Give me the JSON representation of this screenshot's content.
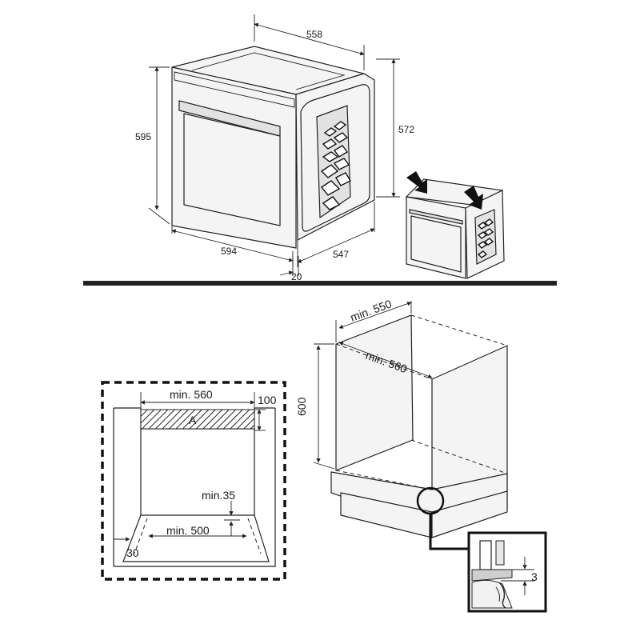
{
  "oven_dimensions": {
    "depth_top": "558",
    "height_front": "595",
    "height_side": "572",
    "width_front": "594",
    "depth_side": "547",
    "door_offset": "20"
  },
  "cabinet_front_view": {
    "top_width": "min. 560",
    "top_vent_height": "100",
    "vent_zone_label": "A",
    "bottom_gap": "min.35",
    "bottom_width": "min. 500",
    "side_offset": "30"
  },
  "cabinet_iso_view": {
    "depth": "min. 550",
    "width": "min. 560",
    "height": "600",
    "detail_gap": "3"
  },
  "colors": {
    "line": "#222222",
    "divider": "#222222",
    "background": "#ffffff"
  },
  "icons": {
    "install_arrow": "push-down-arrow-icon",
    "detail_callout": "magnify-circle-icon"
  }
}
